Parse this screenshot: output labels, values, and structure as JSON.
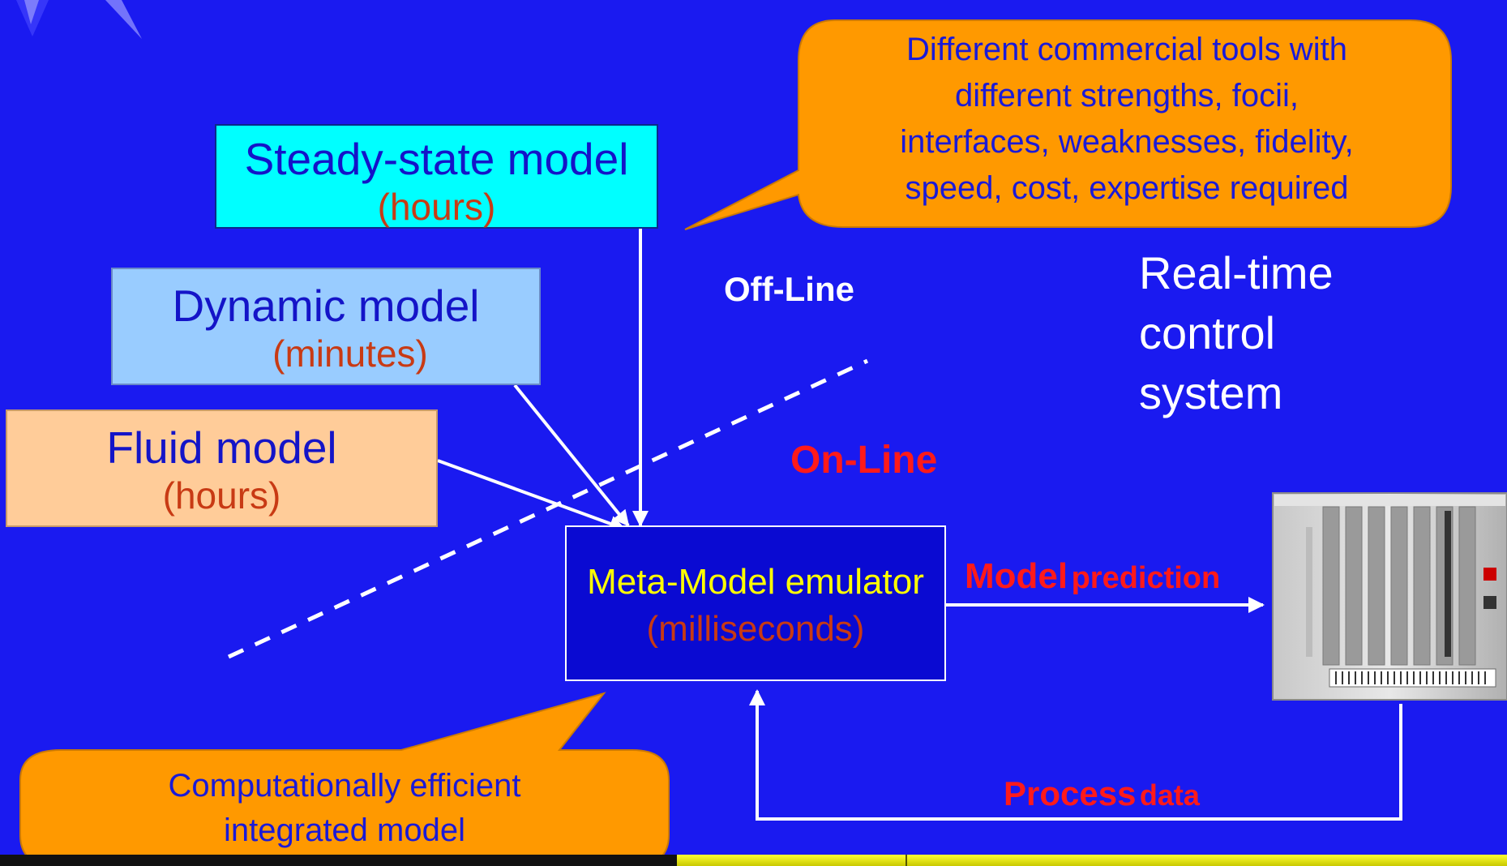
{
  "boxes": {
    "steady_state": {
      "title": "Steady-state model",
      "time": "(hours)"
    },
    "dynamic": {
      "title": "Dynamic model",
      "time": "(minutes)"
    },
    "fluid": {
      "title": "Fluid model",
      "time": "(hours)"
    },
    "meta_model": {
      "title": "Meta-Model emulator",
      "time": "(milliseconds)"
    }
  },
  "callouts": {
    "tools_lines": [
      "Different commercial tools with",
      "different strengths, focii,",
      "interfaces, weaknesses, fidelity,",
      "speed, cost, expertise required"
    ],
    "integrated_lines": [
      "Computationally efficient",
      "integrated model"
    ]
  },
  "labels": {
    "off_line": "Off-Line",
    "on_line": "On-Line",
    "realtime_lines": [
      "Real-time",
      "control",
      "system"
    ],
    "model_prediction_word": "Model",
    "model_prediction_rest": "prediction",
    "process_data_word": "Process",
    "process_data_rest": "data"
  },
  "colors": {
    "background": "#1a1af0",
    "steady_box": "#00ffff",
    "dynamic_box": "#99ccff",
    "fluid_box": "#ffcc99",
    "meta_box": "#0a0ad2",
    "callout": "#ff9900",
    "timing_text": "#c83a14",
    "label_red": "#ff1a1a",
    "meta_title": "#ffff00"
  },
  "icons": {
    "rack": "server-rack-icon",
    "logo": "star-logo-icon"
  }
}
